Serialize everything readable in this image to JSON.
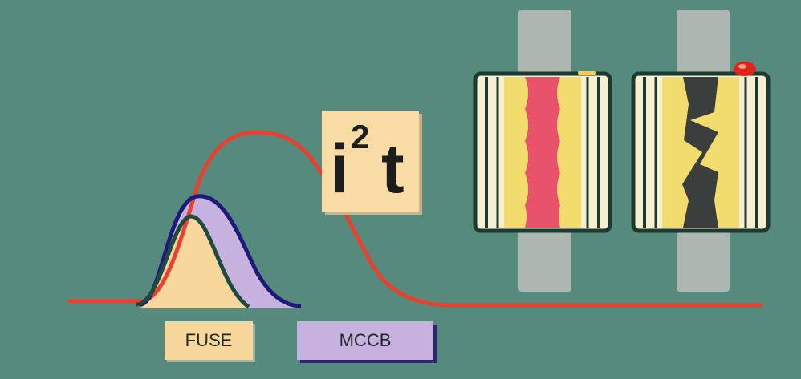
{
  "labels": {
    "fuse": "FUSE",
    "mccb": "MCCB"
  },
  "formula": {
    "base": "i",
    "exponent": "2",
    "variable": "t"
  },
  "colors": {
    "background": "#568a7c",
    "mccb_curve": "#e8412f",
    "fuse_fill": "#f8d79c",
    "fuse_outline": "#1f4a40",
    "mccb_fill": "#c7b2df",
    "mccb_outline": "#1e1a7a",
    "terminal": "#adb6b1",
    "fuse_element": "#e8526a",
    "blown_element": "#3a3f3d",
    "sand": "#f2dc6e",
    "arc_flash": "#e0231b"
  }
}
